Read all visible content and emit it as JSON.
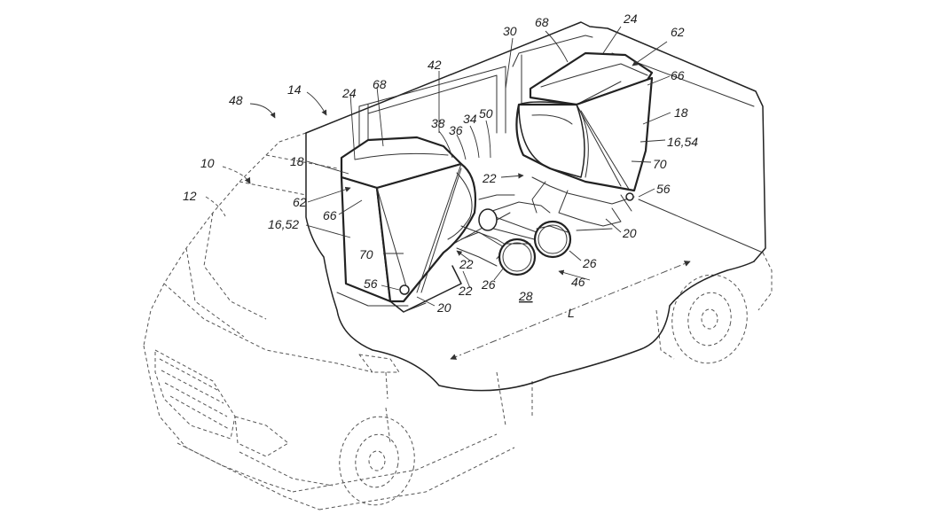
{
  "figure": {
    "labels": {
      "n10": "10",
      "n12": "12",
      "n14": "14",
      "n48": "48",
      "n42": "42",
      "n30": "30",
      "n68a": "68",
      "n24a": "24",
      "n62a": "62",
      "n66a": "66",
      "n18a": "18",
      "n16_54": "16,54",
      "n70a": "70",
      "n56a": "56",
      "n20a": "20",
      "n26a": "26",
      "n46": "46",
      "n26b": "26",
      "n28": "28",
      "nL": "L",
      "n24b": "24",
      "n68b": "68",
      "n18b": "18",
      "n62b": "62",
      "n66b": "66",
      "n16_52": "16,52",
      "n70b": "70",
      "n56b": "56",
      "n20b": "20",
      "n22a": "22",
      "n22b": "22",
      "n38": "38",
      "n36": "36",
      "n34": "34",
      "n50": "50",
      "n22c": "22"
    }
  }
}
